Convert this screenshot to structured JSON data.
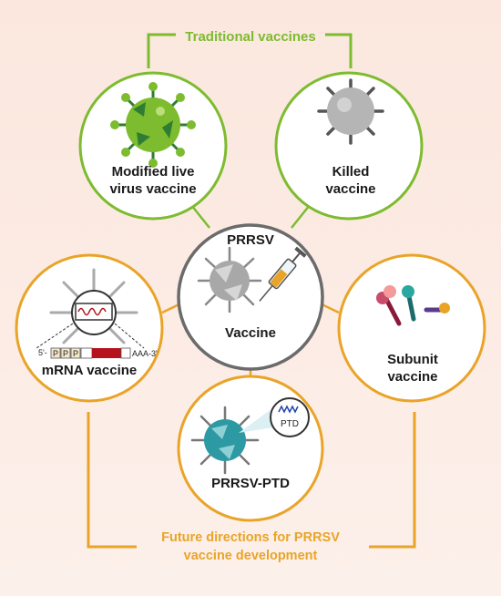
{
  "colors": {
    "background_top": "#fbe8df",
    "background_bottom": "#fcefe9",
    "traditional": "#7dbb2f",
    "future": "#e9a428",
    "center": "#6b6b6b",
    "live_virus": "#5aa63a",
    "killed_virus": "#a9a9a9",
    "ptd_virus": "#2d9aa3",
    "mrna_band": "#b5121b"
  },
  "traditional": {
    "title": "Traditional vaccines",
    "modified_live": {
      "line1": "Modified live",
      "line2": "virus vaccine",
      "icon": "green-virus-icon"
    },
    "killed": {
      "line1": "Killed",
      "line2": "vaccine",
      "icon": "grey-virus-icon"
    }
  },
  "center": {
    "top": "PRRSV",
    "bottom": "Vaccine",
    "icons": [
      "spiky-virus-icon",
      "syringe-icon"
    ]
  },
  "mrna": {
    "label": "mRNA vaccine",
    "five_prime": "5'-",
    "p_boxes": [
      "P",
      "P",
      "P"
    ],
    "tail": "AAA-3'",
    "icon": "virus-with-rna-icon"
  },
  "subunit": {
    "line1": "Subunit",
    "line2": "vaccine",
    "icon": "protein-subunits-icon"
  },
  "ptd": {
    "label": "PRRSV-PTD",
    "bubble": "PTD",
    "icon": "ptd-virus-icon"
  },
  "future": {
    "line1": "Future directions for PRRSV",
    "line2": "vaccine development"
  }
}
